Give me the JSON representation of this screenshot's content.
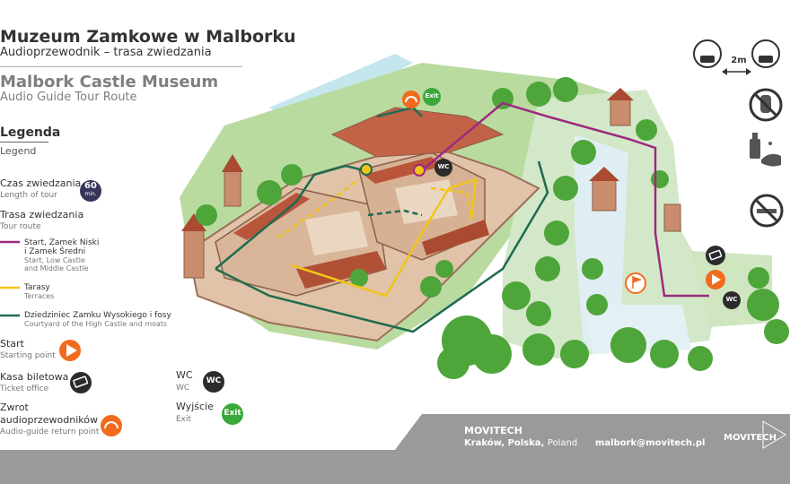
{
  "header": {
    "title_pl": "Muzeum Zamkowe w Malborku",
    "subtitle_pl": "Audioprzewodnik – trasa zwiedzania",
    "title_en": "Malbork Castle Museum",
    "subtitle_en": "Audio Guide Tour Route"
  },
  "legend": {
    "title": "Legenda",
    "title_en": "Legend",
    "tour_length": {
      "label": "Czas zwiedzania",
      "label_en": "Length of tour",
      "badge_value": "60",
      "badge_unit": "min."
    },
    "tour_route": {
      "label": "Trasa zwiedzania",
      "label_en": "Tour route"
    },
    "routes": [
      {
        "line1": "Start, Zamek Niski",
        "line2": "i Zamek Średni",
        "en1": "Start, Low Castle",
        "en2": "and Middle Castle",
        "color": "#9c2a7e"
      },
      {
        "line1": "Tarasy",
        "en1": "Terraces",
        "color": "#f2c419"
      },
      {
        "line1": "Dziedziniec Zamku Wysokiego i fosy",
        "en1": "Courtyard of the High Castle and moats",
        "color": "#1e6b52"
      }
    ],
    "start": {
      "label": "Start",
      "label_en": "Starting point"
    },
    "ticket": {
      "label": "Kasa biletowa",
      "label_en": "Ticket office"
    },
    "return": {
      "label1": "Zwrot",
      "label2": "audioprzewodników",
      "label_en": "Audio-guide return point"
    },
    "wc": {
      "label": "WC",
      "label_en": "WC",
      "badge": "WC"
    },
    "exit": {
      "label": "Wyjście",
      "label_en": "Exit",
      "badge": "Exit"
    }
  },
  "rules": {
    "distance": "2m"
  },
  "map": {
    "exit_badge": "Exit",
    "wc_badge": "WC",
    "wc_badge_2": "WC"
  },
  "footer": {
    "company": "MOVITECH",
    "city": "Kraków, Polska,",
    "country": "Poland",
    "email": "malbork@movitech.pl",
    "logo": "MOVITECH"
  },
  "colors": {
    "start_orange": "#f26b1d",
    "exit_green": "#3aa83a",
    "dark_badge": "#2b2b2b",
    "badge_purple": "#35355a",
    "footer_gray": "#9a9a9a"
  }
}
